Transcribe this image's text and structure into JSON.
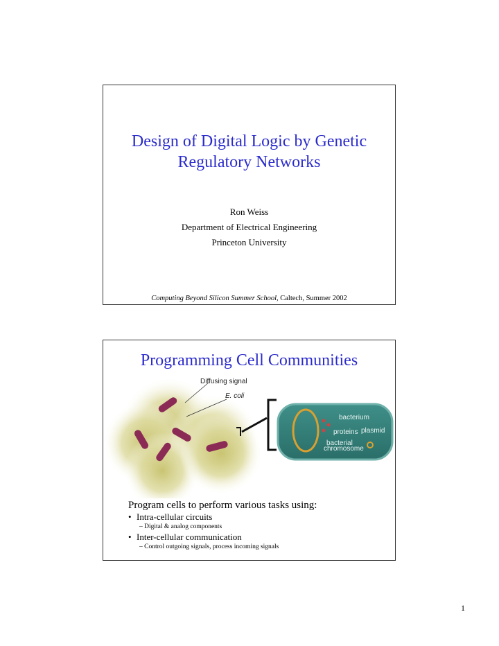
{
  "slide1": {
    "title_line1": "Design of Digital Logic by Genetic",
    "title_line2": "Regulatory Networks",
    "author": "Ron Weiss",
    "department": "Department of Electrical Engineering",
    "university": "Princeton University",
    "footer_italic": "Computing Beyond Silicon Summer School,",
    "footer_rest": " Caltech, Summer 2002"
  },
  "slide2": {
    "title": "Programming Cell Communities",
    "figure": {
      "label_signal": "Diffusing signal",
      "label_ecoli": "E. coli",
      "label_bacterium": "bacterium",
      "label_proteins": "proteins",
      "label_plasmid": "plasmid",
      "label_chromosome_1": "bacterial",
      "label_chromosome_2": "chromosome"
    },
    "lead": "Program cells to perform various tasks using:",
    "bullets": [
      {
        "text": "Intra-cellular circuits",
        "sub": "Digital & analog components"
      },
      {
        "text": "Inter-cellular communication",
        "sub": "Control outgoing signals, process incoming signals"
      }
    ]
  },
  "page_number": "1",
  "colors": {
    "title": "#2b2bcc"
  }
}
